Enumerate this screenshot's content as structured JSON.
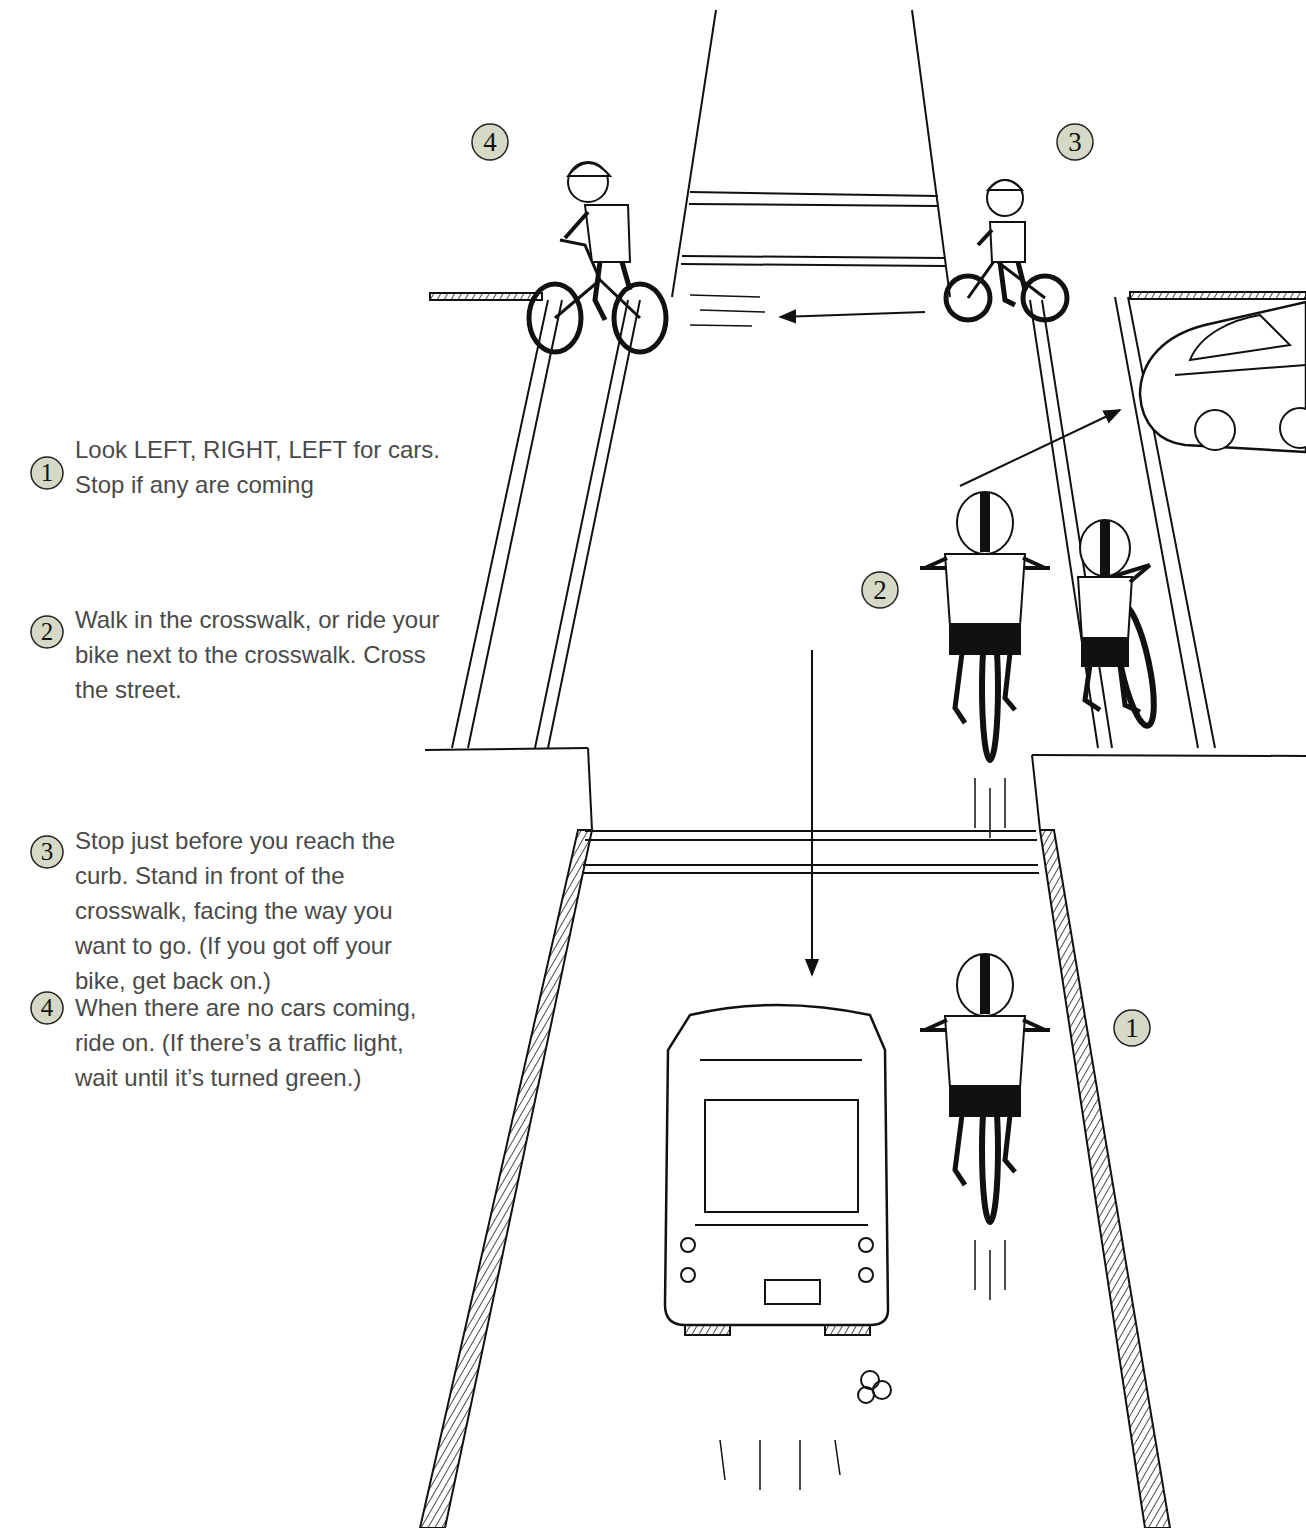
{
  "diagram": {
    "nodes": [
      {
        "text": [
          "1"
        ]
      },
      {
        "text": [
          "2"
        ]
      },
      {
        "text": [
          "3"
        ]
      },
      {
        "text": [
          "4"
        ]
      },
      {
        "text": [
          "4"
        ]
      },
      {
        "text": [
          "3"
        ]
      },
      {
        "text": [
          "2"
        ]
      },
      {
        "text": [
          "1"
        ]
      }
    ],
    "labels": [
      "Look LEFT, RIGHT, LEFT for cars. Stop if any are coming",
      "Walk in the crosswalk, or ride your bike next to the crosswalk. Cross the street.",
      "Stop just before you reach the curb. Stand in front of the crosswalk, facing the way you want to go. (If you got off your bike, get back on.)",
      "When there are no cars coming, ride on. (If there’s a traffic light, wait until it’s turned green.)"
    ]
  }
}
